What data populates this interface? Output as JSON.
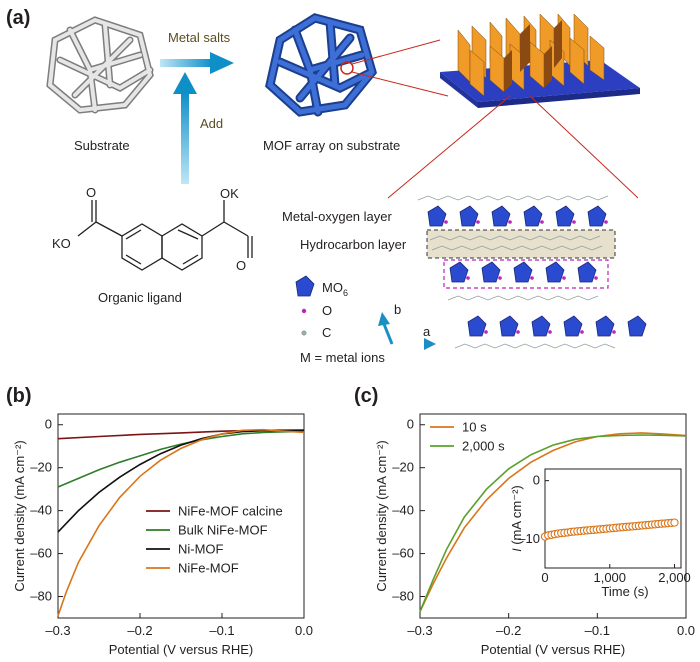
{
  "panels": {
    "a": {
      "tag": "(a)",
      "labels": {
        "substrate": "Substrate",
        "metal_salts": "Metal salts",
        "add": "Add",
        "mof_array": "MOF array on substrate",
        "metal_oxygen_layer": "Metal-oxygen layer",
        "hydrocarbon_layer": "Hydrocarbon layer",
        "organic_ligand": "Organic ligand",
        "ko": "KO",
        "ok": "OK",
        "o_top": "O",
        "o_bottom": "O"
      },
      "legend": {
        "mo6_main": "MO",
        "mo6_sub": "6",
        "o": "O",
        "c": "C",
        "m_def": "M = metal ions",
        "axis_a": "a",
        "axis_b": "b"
      },
      "colors": {
        "arrow": "#1f9fd6",
        "mof_blue": "#2a57b5",
        "orange_sheet": "#f09a28",
        "purple_dash": "#c020c0"
      }
    },
    "b": {
      "tag": "(b)"
    },
    "c": {
      "tag": "(c)"
    }
  },
  "chart_data": [
    {
      "panel": "b",
      "type": "line",
      "xlabel": "Potential (V versus RHE)",
      "ylabel": "Current density (mA cm⁻²)",
      "xlim": [
        -0.3,
        0.0
      ],
      "ylim": [
        -90,
        5
      ],
      "xticks": [
        -0.3,
        -0.2,
        -0.1,
        0.0
      ],
      "xtick_labels": [
        "–0.3",
        "–0.2",
        "–0.1",
        "0.0"
      ],
      "yticks": [
        0,
        -20,
        -40,
        -60,
        -80
      ],
      "ytick_labels": [
        "0",
        "–20",
        "–40",
        "–60",
        "–80"
      ],
      "legend_position": "center-right",
      "series": [
        {
          "name": "NiFe-MOF calcine",
          "color": "#7a1515",
          "x": [
            -0.3,
            -0.25,
            -0.2,
            -0.15,
            -0.1,
            -0.05,
            0.0
          ],
          "y": [
            -6.5,
            -5.5,
            -4.5,
            -3.8,
            -3.0,
            -2.6,
            -2.5
          ]
        },
        {
          "name": "Bulk NiFe-MOF",
          "color": "#2f7d2a",
          "x": [
            -0.3,
            -0.275,
            -0.25,
            -0.225,
            -0.2,
            -0.175,
            -0.15,
            -0.125,
            -0.1,
            -0.075,
            -0.05,
            -0.025,
            0.0
          ],
          "y": [
            -29,
            -25,
            -21,
            -17.5,
            -14.5,
            -11.5,
            -9,
            -7,
            -5.5,
            -4.2,
            -3.6,
            -3.3,
            -3.2
          ]
        },
        {
          "name": "Ni-MOF",
          "color": "#111111",
          "x": [
            -0.3,
            -0.275,
            -0.25,
            -0.225,
            -0.2,
            -0.175,
            -0.15,
            -0.125,
            -0.1,
            -0.075,
            -0.05,
            -0.025,
            0.0
          ],
          "y": [
            -50,
            -40,
            -31.5,
            -24.5,
            -18.5,
            -13.5,
            -9.5,
            -6.5,
            -4.3,
            -3.2,
            -2.8,
            -2.7,
            -2.6
          ]
        },
        {
          "name": "NiFe-MOF",
          "color": "#d9761a",
          "x": [
            -0.3,
            -0.29,
            -0.275,
            -0.25,
            -0.225,
            -0.2,
            -0.175,
            -0.15,
            -0.125,
            -0.1,
            -0.075,
            -0.05,
            -0.025,
            0.0
          ],
          "y": [
            -89,
            -78,
            -64,
            -47,
            -34,
            -24,
            -16.5,
            -11,
            -7,
            -4.2,
            -2.6,
            -2.3,
            -3.0,
            -3.5
          ]
        }
      ]
    },
    {
      "panel": "c",
      "type": "line",
      "xlabel": "Potential (V versus RHE)",
      "ylabel": "Current density (mA cm⁻²)",
      "xlim": [
        -0.3,
        0.0
      ],
      "ylim": [
        -90,
        5
      ],
      "xticks": [
        -0.3,
        -0.2,
        -0.1,
        0.0
      ],
      "xtick_labels": [
        "–0.3",
        "–0.2",
        "–0.1",
        "0.0"
      ],
      "yticks": [
        0,
        -20,
        -40,
        -60,
        -80
      ],
      "ytick_labels": [
        "0",
        "–20",
        "–40",
        "–60",
        "–80"
      ],
      "legend_position": "top-left",
      "series": [
        {
          "name": "10 s",
          "color": "#d9761a",
          "x": [
            -0.3,
            -0.285,
            -0.27,
            -0.25,
            -0.225,
            -0.2,
            -0.175,
            -0.15,
            -0.125,
            -0.1,
            -0.075,
            -0.05,
            -0.025,
            0.0
          ],
          "y": [
            -87,
            -74,
            -62,
            -48,
            -35,
            -25,
            -17.5,
            -12,
            -8,
            -5.5,
            -4.2,
            -3.8,
            -4.3,
            -5.0
          ]
        },
        {
          "name": "2,000 s",
          "color": "#5aa02c",
          "x": [
            -0.3,
            -0.285,
            -0.27,
            -0.25,
            -0.225,
            -0.2,
            -0.175,
            -0.15,
            -0.125,
            -0.1,
            -0.075,
            -0.05,
            -0.025,
            0.0
          ],
          "y": [
            -87,
            -72,
            -58,
            -43,
            -30,
            -20.5,
            -14,
            -9.5,
            -6.8,
            -5.5,
            -5.0,
            -4.8,
            -4.9,
            -5.2
          ]
        }
      ],
      "inset": {
        "type": "scatter",
        "xlabel": "Time (s)",
        "ylabel_main": "I",
        "ylabel_unit": " (mA cm⁻²)",
        "xlim": [
          0,
          2100
        ],
        "ylim": [
          -15,
          2
        ],
        "xticks": [
          0,
          1000,
          2000
        ],
        "xtick_labels": [
          "0",
          "1,000",
          "2,000"
        ],
        "yticks": [
          0,
          -10
        ],
        "ytick_labels": [
          "0",
          "–10"
        ],
        "color": "#d9761a",
        "x": [
          0,
          50,
          100,
          150,
          200,
          250,
          300,
          350,
          400,
          450,
          500,
          550,
          600,
          650,
          700,
          750,
          800,
          850,
          900,
          950,
          1000,
          1050,
          1100,
          1150,
          1200,
          1250,
          1300,
          1350,
          1400,
          1450,
          1500,
          1550,
          1600,
          1650,
          1700,
          1750,
          1800,
          1850,
          1900,
          1950,
          2000
        ],
        "y": [
          -9.6,
          -9.4,
          -9.3,
          -9.2,
          -9.1,
          -9.0,
          -8.95,
          -8.9,
          -8.8,
          -8.75,
          -8.7,
          -8.65,
          -8.6,
          -8.55,
          -8.5,
          -8.45,
          -8.4,
          -8.35,
          -8.3,
          -8.25,
          -8.2,
          -8.15,
          -8.1,
          -8.05,
          -8.0,
          -7.95,
          -7.9,
          -7.85,
          -7.8,
          -7.75,
          -7.7,
          -7.65,
          -7.6,
          -7.55,
          -7.5,
          -7.45,
          -7.4,
          -7.35,
          -7.3,
          -7.25,
          -7.2
        ]
      }
    }
  ]
}
